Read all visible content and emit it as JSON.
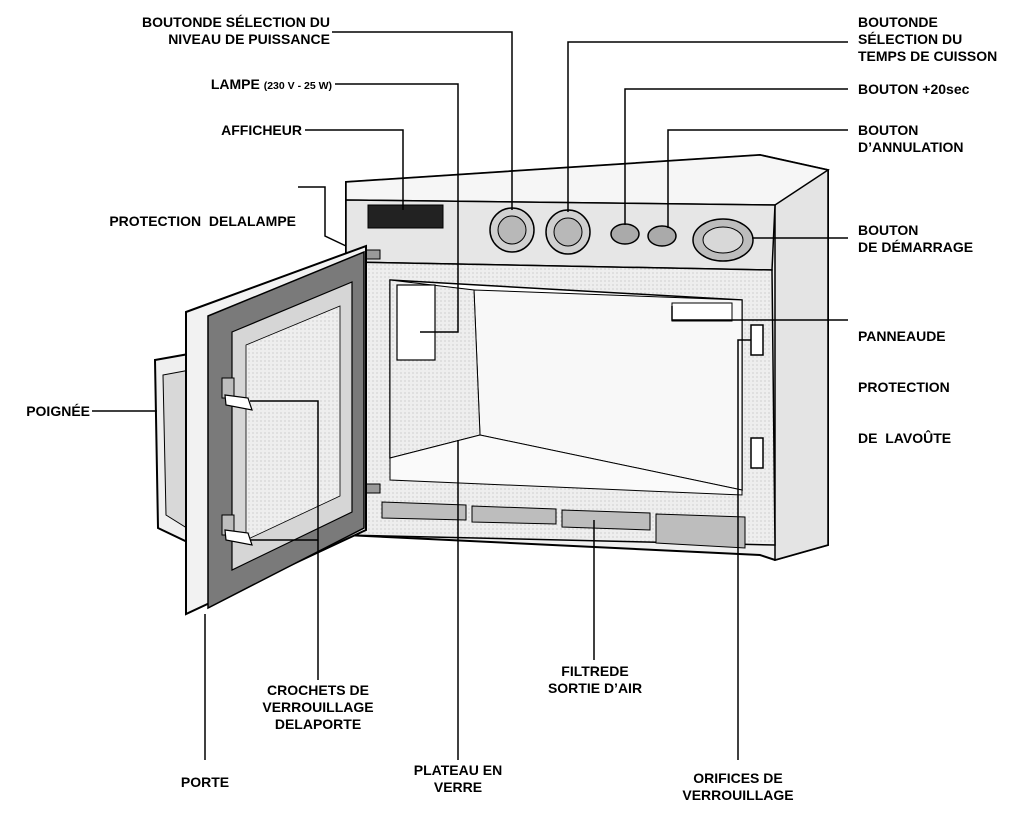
{
  "diagram": {
    "labels": {
      "power_level_button": [
        "BOUTONDE SÉLECTION DU",
        "NIVEAU DE PUISSANCE"
      ],
      "lamp": {
        "main": "LAMPE",
        "spec": "(230 V - 25 W)"
      },
      "display": "AFFICHEUR",
      "lamp_protection": "PROTECTION  DELALAMPE",
      "handle": "POIGNÉE",
      "cooking_time_button": [
        "BOUTONDE",
        "SÉLECTION DU",
        "TEMPS DE CUISSON"
      ],
      "plus20_button": "BOUTON +20sec",
      "cancel_button": [
        "BOUTON",
        "D’ANNULATION"
      ],
      "start_button": [
        "BOUTON",
        "DE DÉMARRAGE"
      ],
      "vault_panel": [
        "PANNEAUDE",
        "PROTECTION",
        "DE  LAVOÛTE"
      ],
      "door_hooks": [
        "CROCHETS DE",
        "VERROUILLAGE",
        "DELAPORTE"
      ],
      "door": "PORTE",
      "glass_tray": [
        "PLATEAU EN",
        "VERRE"
      ],
      "air_filter": [
        "FILTREDE",
        "SORTIE D’AIR"
      ],
      "lock_holes": [
        "ORIFICES DE",
        "VERROUILLAGE"
      ]
    }
  },
  "colors": {
    "line": "#000000",
    "body": "#e8e8e8",
    "door_frame": "#7a7a7a",
    "glass": "#d6d6d6",
    "display": "#222222"
  }
}
